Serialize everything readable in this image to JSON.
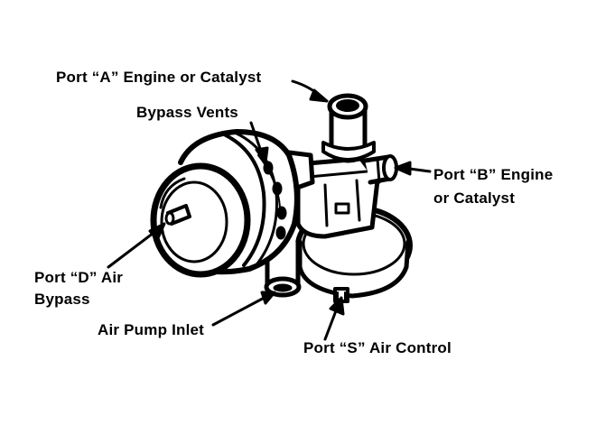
{
  "labels": {
    "port_a": "Port “A” Engine or Catalyst",
    "bypass_vents": "Bypass Vents",
    "port_b_line1": "Port “B” Engine",
    "port_b_line2": "or Catalyst",
    "port_d_line1": "Port “D” Air",
    "port_d_line2": "Bypass",
    "air_pump_inlet": "Air Pump Inlet",
    "port_s": "Port “S” Air Control"
  },
  "colors": {
    "ink": "#000000",
    "background": "#ffffff"
  }
}
